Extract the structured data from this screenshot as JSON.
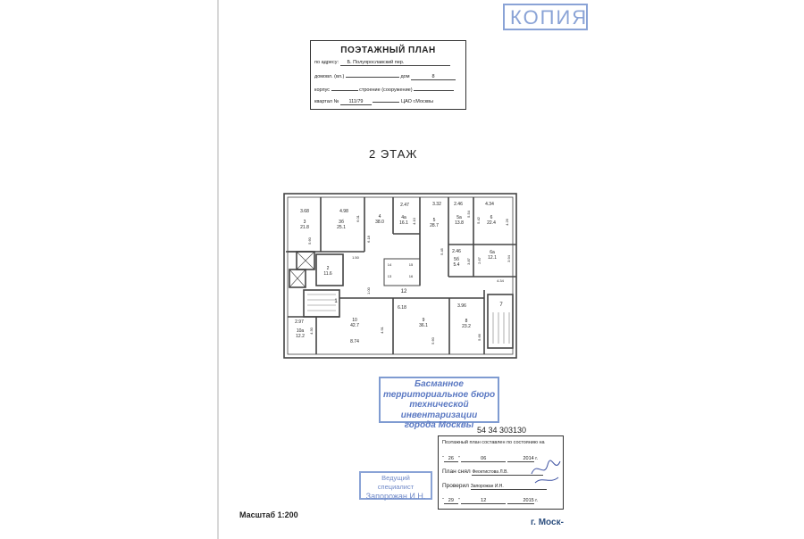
{
  "stamp_copy": "КОПИЯ",
  "title_block": {
    "title": "ПОЭТАЖНЫЙ ПЛАН",
    "address_label": "по адресу:",
    "address_value": "Б. Полуярославский пер.",
    "domovl_label": "домовл. (вл.)",
    "dom_label": "дом",
    "dom_value": "8",
    "korpus_label": "корпус",
    "stroenie_label": "строение (сооружение)",
    "kvartal_label": "квартал №",
    "kvartal_value": "111/79",
    "district": "ЦАО г.Москвы"
  },
  "floor_label": "2  ЭТАЖ",
  "rooms": [
    {
      "num": "3",
      "area": "21.8",
      "w": "3.68"
    },
    {
      "num": "3б",
      "area": "25.1",
      "w": "4.98"
    },
    {
      "num": "4",
      "area": "38.0"
    },
    {
      "num": "4а",
      "area": "16.1",
      "w": "2.47"
    },
    {
      "num": "5",
      "area": "28.7",
      "w": "3.32"
    },
    {
      "num": "5а",
      "area": "13.8",
      "w": "2.46"
    },
    {
      "num": "6",
      "area": "22.4",
      "w": "4.34"
    },
    {
      "num": "5б",
      "area": "5.4",
      "w": "2.46"
    },
    {
      "num": "6а",
      "area": "12.1"
    },
    {
      "num": "2",
      "area": "11.6"
    },
    {
      "num": "1"
    },
    {
      "num": "12"
    },
    {
      "num": "10",
      "area": "42.7",
      "w": "8.74"
    },
    {
      "num": "9",
      "area": "36.1",
      "w": "6.18"
    },
    {
      "num": "8",
      "area": "23.2",
      "w": "3.96"
    },
    {
      "num": "7"
    },
    {
      "num": "10а",
      "area": "12.2",
      "w": "2.97"
    }
  ],
  "dims": [
    "5.60",
    "6.01",
    "6.18",
    "4.10",
    "5.45",
    "5.54",
    "5.42",
    "4.26",
    "3.87",
    "2.67",
    "3.94",
    "4.34",
    "1.50",
    "1.00",
    "4.91",
    "5.60",
    "5.66",
    "4.30"
  ],
  "small_rooms": [
    "14",
    "13",
    "15",
    "16"
  ],
  "bti_stamp": [
    "Басманное",
    "территориальное бюро",
    "технической инвентаризации",
    "города Москвы"
  ],
  "cadastral_code": "54 34 303130",
  "state_block": {
    "header": "Поэтажный план составлен по состоянию на",
    "date1_day": "26",
    "date1_month": "06",
    "date1_year": "2014",
    "year_suffix": "г.",
    "drawn_label": "План снял",
    "drawn_by": "Феоктистова Л.В.",
    "checked_label": "Проверил",
    "checked_by": "Запорожан И.Н.",
    "date2_day": "29",
    "date2_month": "12",
    "date2_year": "2015"
  },
  "specialist_stamp": [
    "Ведущий",
    "специалист",
    "Запорожан И.Н."
  ],
  "scale": "Масштаб 1:200",
  "city": "г. Моск-"
}
